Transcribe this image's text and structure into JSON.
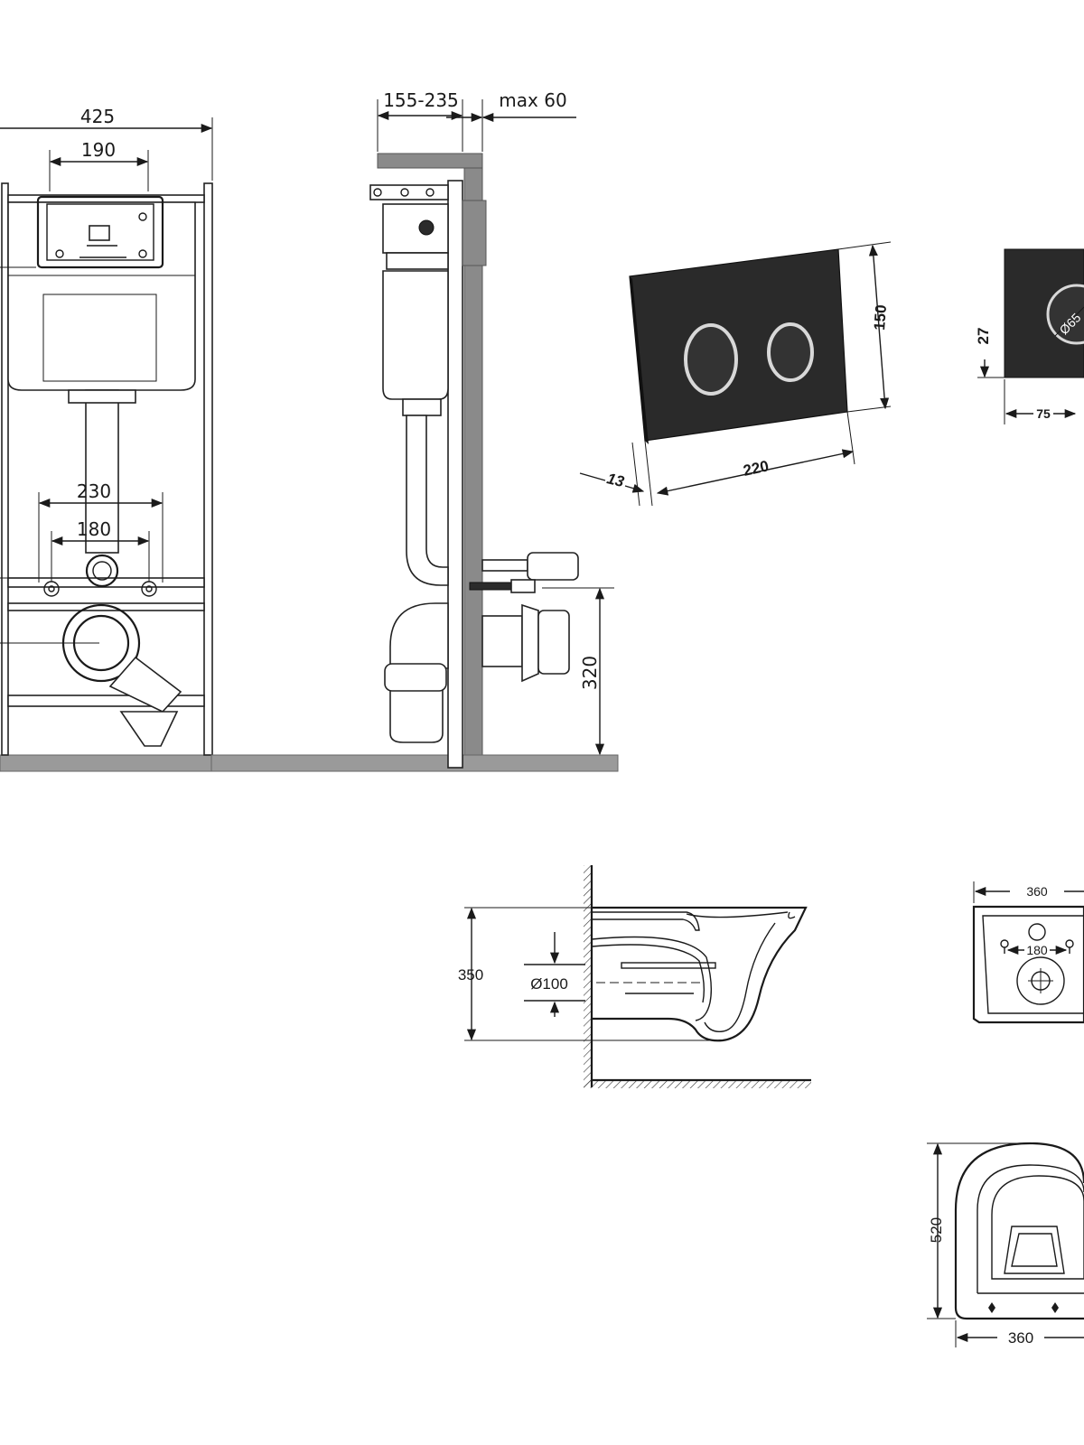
{
  "dimensions": {
    "frame_width": "425",
    "cistern_width": "190",
    "mount_bolt_outer": "230",
    "mount_bolt_inner": "180",
    "wall_depth_range": "155-235",
    "finish_max": "max 60",
    "outlet_height": "320",
    "button_thickness": "13",
    "button_width": "220",
    "button_height": "150",
    "button_offset_vertical": "27",
    "button_offset_horizontal": "75",
    "button_diameter": "Ø65",
    "bowl_height": "350",
    "pipe_diameter": "Ø100",
    "bowl_top_width": "360",
    "bowl_fixing_spacing": "180",
    "bowl_length": "520",
    "bowl_plan_width": "360"
  }
}
